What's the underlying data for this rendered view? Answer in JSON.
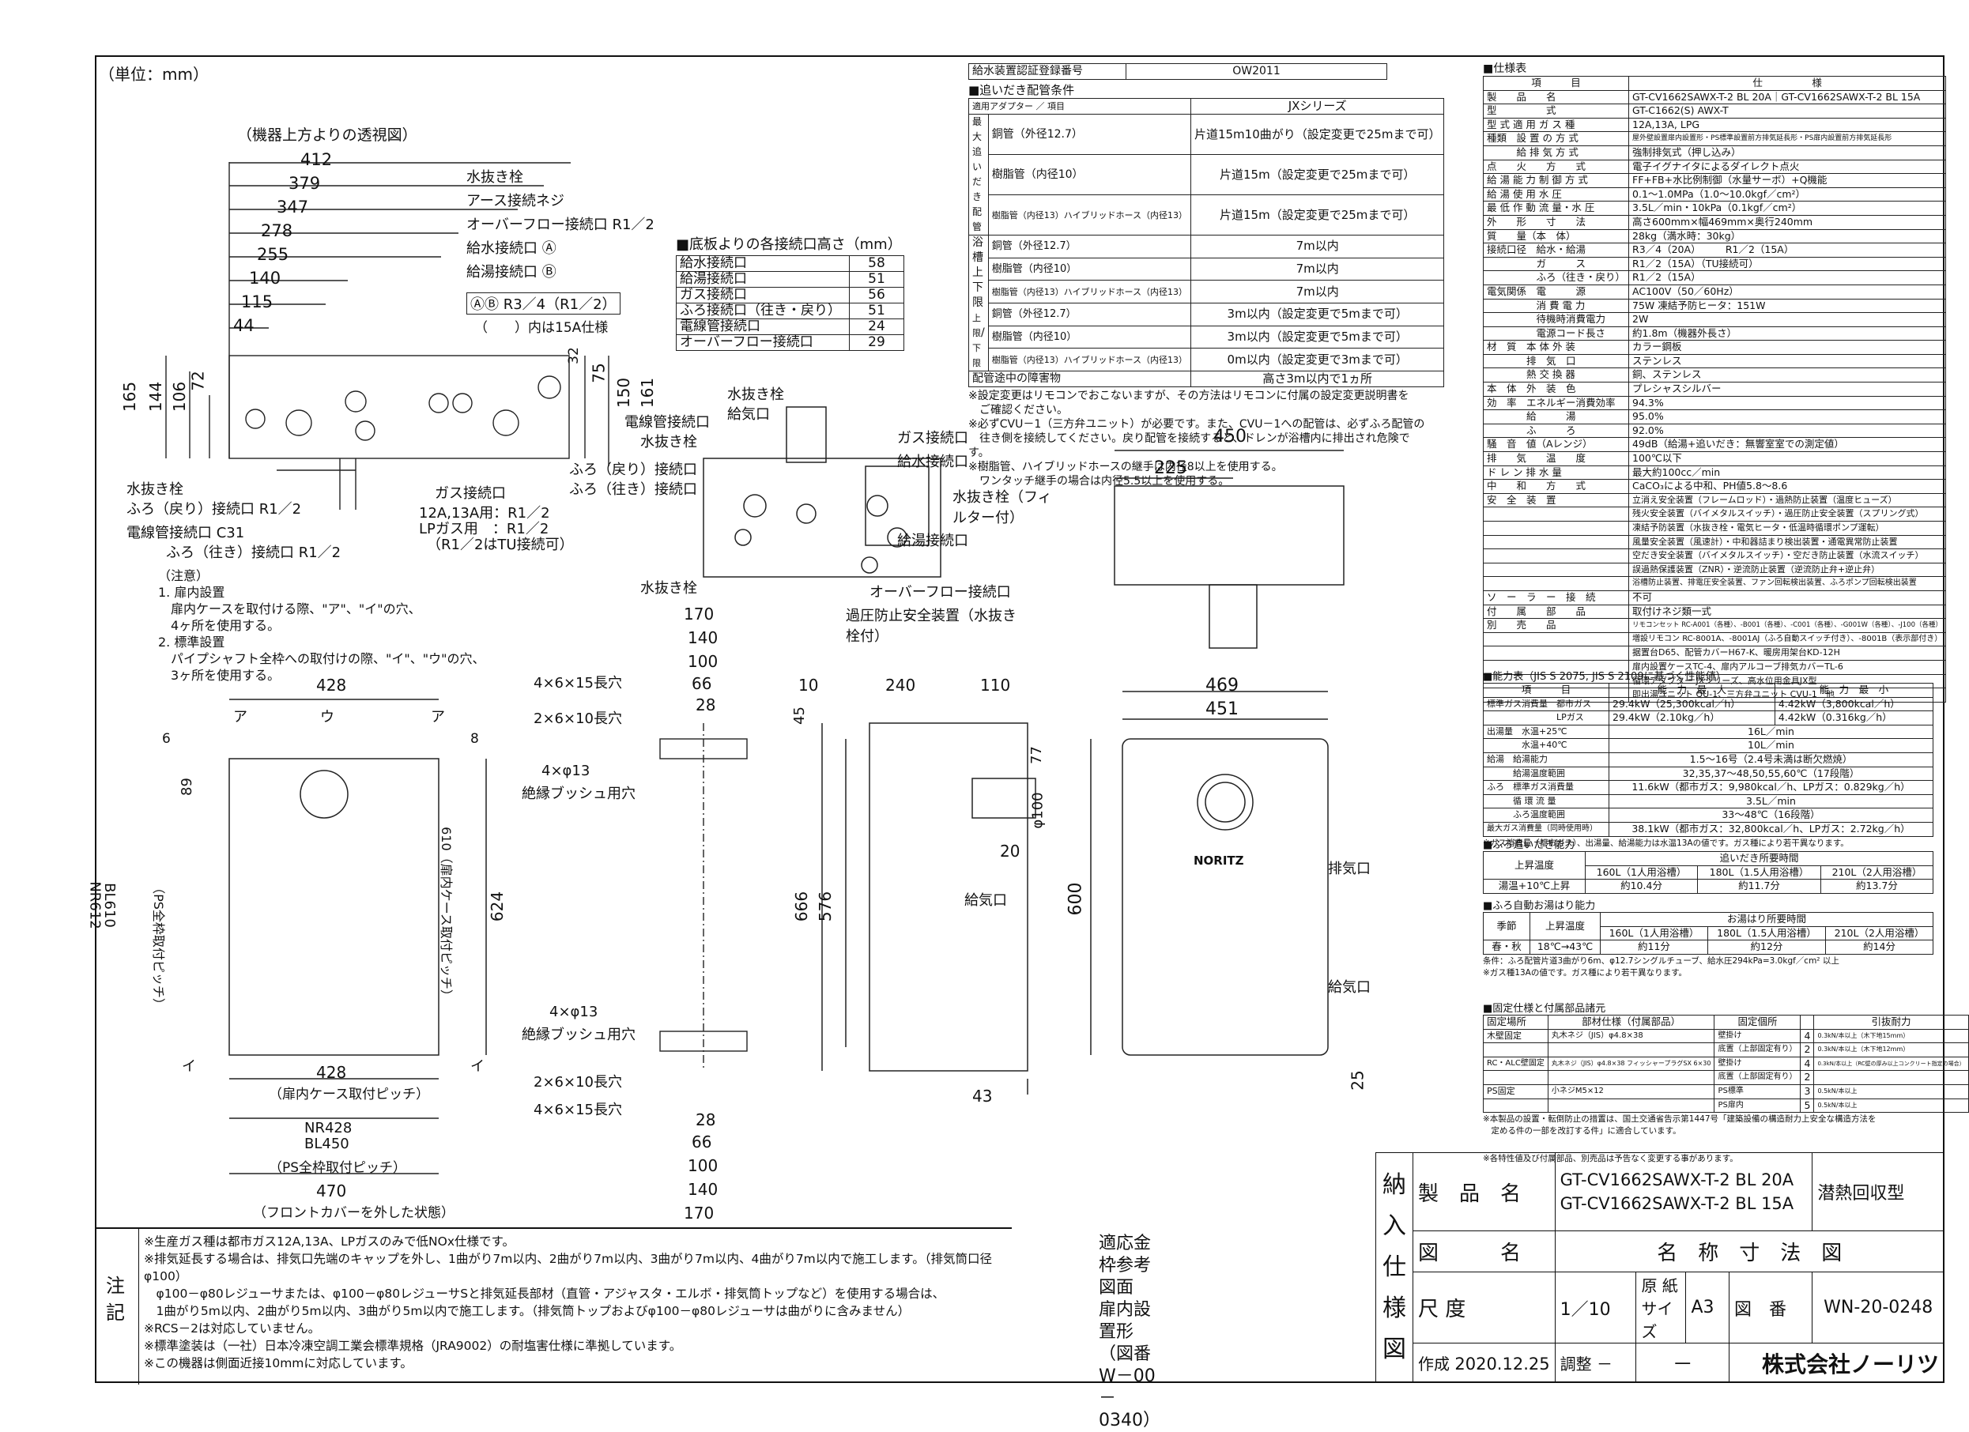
{
  "unit_label": "（単位：mm）",
  "top_view": {
    "caption": "（機器上方よりの透視図）",
    "dims": [
      "412",
      "379",
      "347",
      "278",
      "255",
      "140",
      "115",
      "44"
    ],
    "vdims_left": [
      "165",
      "144",
      "106",
      "72"
    ],
    "vdims_right": [
      "32",
      "75",
      "150",
      "161"
    ],
    "callouts": [
      "水抜き栓",
      "アース接続ネジ",
      "オーバーフロー接続口 R1／2",
      "給水接続口 Ⓐ",
      "給湯接続口 Ⓑ",
      "ⒶⒷ R3／4（R1／2）",
      "（　　）内は15A仕様"
    ],
    "bottom_callouts": [
      "水抜き栓",
      "ふろ（戻り）接続口 R1／2",
      "電線管接続口 C31",
      "ふろ（往き）接続口 R1／2"
    ],
    "gas": [
      "ガス接続口",
      "12A,13A用：R1／2",
      "LPガス用　：R1／2",
      "（R1／2はTU接続可）"
    ]
  },
  "heights_table": {
    "title": "■底板よりの各接続口高さ（mm）",
    "rows": [
      [
        "給水接続口",
        "58"
      ],
      [
        "給湯接続口",
        "51"
      ],
      [
        "ガス接続口",
        "56"
      ],
      [
        "ふろ接続口（往き・戻り）",
        "51"
      ],
      [
        "電線管接続口",
        "24"
      ],
      [
        "オーバーフロー接続口",
        "29"
      ]
    ]
  },
  "approval": {
    "label": "給水装置認証登録番号",
    "value": "OW2011"
  },
  "reheat": {
    "title": "■追いだき配管条件",
    "adapter_label": "適用アダプター",
    "item_label": "項目",
    "adapter_value": "JXシリーズ",
    "group1_label": "最大追いだき配管",
    "rows1": [
      [
        "銅管（外径12.7）",
        "片道15m10曲がり（設定変更で25mまで可）"
      ],
      [
        "樹脂管（内径10）",
        "片道15m（設定変更で25mまで可）"
      ],
      [
        "樹脂管（内径13）ハイブリッドホース（内径13）",
        "片道15m（設定変更で25mまで可）"
      ]
    ],
    "group2_label": "浴槽上下限",
    "up_label": "上限",
    "down_label": "下限",
    "rows_up": [
      [
        "銅管（外径12.7）",
        "7m以内"
      ],
      [
        "樹脂管（内径10）",
        "7m以内"
      ],
      [
        "樹脂管（内径13）ハイブリッドホース（内径13）",
        "7m以内"
      ]
    ],
    "rows_down": [
      [
        "銅管（外径12.7）",
        "3m以内（設定変更で5mまで可）"
      ],
      [
        "樹脂管（内径10）",
        "3m以内（設定変更で5mまで可）"
      ],
      [
        "樹脂管（内径13）ハイブリッドホース（内径13）",
        "0m以内（設定変更で3mまで可）"
      ]
    ],
    "obstacle": [
      "配管途中の障害物",
      "高さ3m以内で1ヵ所"
    ],
    "notes": [
      "※設定変更はリモコンでおこないますが、その方法はリモコンに付属の設定変更説明書を",
      "　ご確認ください。",
      "※必ずCVU－1（三方弁ユニット）が必要です。また、CVU－1への配管は、必ずふろ配管の",
      "　往き側を接続してください。戻り配管を接続すると、ドレンが浴槽内に排出され危険です。",
      "※樹脂管、ハイブリッドホースの継手は内径8以上を使用する。",
      "　ワンタッチ継手の場合は内径5.5以上を使用する。"
    ]
  },
  "bottom_view": {
    "labels": [
      "電線管接続口",
      "水抜き栓",
      "ふろ（戻り）接続口",
      "ふろ（往き）接続口",
      "水抜き栓",
      "給気口",
      "水抜き栓",
      "ガス接続口",
      "給水接続口",
      "水抜き栓（フィルター付）",
      "給湯接続口",
      "オーバーフロー接続口",
      "過圧防止安全装置（水抜き栓付）"
    ]
  },
  "notes_left": {
    "title": "（注意）",
    "lines": [
      "1. 扉内設置",
      "　扉内ケースを取付ける際、\"ア\"、\"イ\"の穴、",
      "　4ヶ所を使用する。",
      "2. 標準設置",
      "　パイプシャフト全枠への取付けの際、\"イ\"、\"ウ\"の穴、",
      "　3ヶ所を使用する。"
    ]
  },
  "front_plate": {
    "dims": [
      "428",
      "ア",
      "ウ",
      "ア",
      "6",
      "8",
      "89",
      "428",
      "イ",
      "イ",
      "470"
    ],
    "side_labels": [
      "NR612",
      "BL610",
      "（PS全枠取付ピッチ）",
      "610（扉内ケース取付ピッチ）",
      "624"
    ],
    "bottom_labels": [
      "（扉内ケース取付ピッチ）",
      "NR428",
      "BL450",
      "（PS全枠取付ピッチ）",
      "（フロントカバーを外した状態）"
    ]
  },
  "bracket": {
    "dims": [
      "170",
      "140",
      "100",
      "66",
      "28",
      "4×6×15長穴",
      "2×6×10長穴",
      "4×φ13",
      "絶縁ブッシュ用穴"
    ],
    "dims_bottom": [
      "4×φ13",
      "絶縁ブッシュ用穴",
      "2×6×10長穴",
      "4×6×15長穴",
      "28",
      "66",
      "100",
      "140",
      "170"
    ]
  },
  "side_view": {
    "dims": [
      "10",
      "240",
      "110",
      "45",
      "77",
      "φ100",
      "20",
      "666",
      "576",
      "43",
      "給気口"
    ]
  },
  "top_right_view": {
    "dims": [
      "450",
      "225"
    ]
  },
  "front_view": {
    "dims": [
      "469",
      "451",
      "600",
      "25"
    ],
    "labels": [
      "排気口",
      "給気口",
      "NORITZ"
    ]
  },
  "spec": {
    "title": "■仕様表",
    "head": [
      "項　　　目",
      "仕　　　　　様"
    ],
    "rows": [
      [
        "製　　品　　名",
        "GT-CV1662SAWX-T-2 BL 20A｜GT-CV1662SAWX-T-2 BL 15A"
      ],
      [
        "型　　　　　式",
        "GT-C1662(S) AWX-T"
      ],
      [
        "型 式 適 用 ガ ス 種",
        "12A,13A, LPG"
      ],
      [
        "種類　設 置 の 方 式",
        "屋外壁設置扉内設置形・PS標準設置前方排気延長形・PS扉内設置前方排気延長形"
      ],
      [
        "　　　給 排 気 方 式",
        "強制排気式（押し込み）"
      ],
      [
        "点　　火　　方　　式",
        "電子イグナイタによるダイレクト点火"
      ],
      [
        "給 湯 能 力 制 御 方 式",
        "FF+FB+水比例制御（水量サーボ）+Q機能"
      ],
      [
        "給 湯 使 用 水 圧",
        "0.1～1.0MPa（1.0～10.0kgf／cm²）"
      ],
      [
        "最 低 作 動 流 量・水 圧",
        "3.5L／min・10kPa（0.1kgf／cm²）"
      ],
      [
        "外　　形　　寸　　法",
        "高さ600mm×幅469mm×奥行240mm"
      ],
      [
        "質　　量（本　体）",
        "28kg（満水時：30kg）"
      ],
      [
        "接続口径　給水・給湯",
        "R3／4（20A）　　　R1／2（15A）"
      ],
      [
        "　　　　　ガ　　　ス",
        "R1／2（15A）（TU接続可）"
      ],
      [
        "　　　　　ふろ（往き・戻り）",
        "R1／2（15A）"
      ],
      [
        "電気関係　電　　　源",
        "AC100V（50／60Hz）"
      ],
      [
        "　　　　　消 費 電 力",
        "75W 凍結予防ヒータ：151W"
      ],
      [
        "　　　　　待機時消費電力",
        "2W"
      ],
      [
        "　　　　　電源コード長さ",
        "約1.8m（機器外長さ）"
      ],
      [
        "材　質　本 体 外 装",
        "カラー鋼板"
      ],
      [
        "　　　　排　気　口",
        "ステンレス"
      ],
      [
        "　　　　熱 交 換 器",
        "銅、ステンレス"
      ],
      [
        "本　体　外　装　色",
        "プレシャスシルバー"
      ],
      [
        "効　率　エネルギー消費効率",
        "94.3%"
      ],
      [
        "　　　　給　　　湯",
        "95.0%"
      ],
      [
        "　　　　ふ　　　ろ",
        "92.0%"
      ],
      [
        "騒　音　値（Aレンジ）",
        "49dB（給湯+追いだき：無響室室での測定値）"
      ],
      [
        "排　　気　　温　　度",
        "100℃以下"
      ],
      [
        "ド レ ン 排 水 量",
        "最大約100cc／min"
      ],
      [
        "中　　和　　方　　式",
        "CaCO₃による中和、PH値5.8～8.6"
      ],
      [
        "安　全　装　置",
        "立消え安全装置（フレームロッド）・過熱防止装置（温度ヒューズ）"
      ],
      [
        "",
        "残火安全装置（バイメタルスイッチ）・過圧防止安全装置（スプリング式）"
      ],
      [
        "",
        "凍結予防装置（水抜き栓・電気ヒータ・低温時循環ポンプ運転）"
      ],
      [
        "",
        "風量安全装置（風速計）・中和器詰まり検出装置・通電異常防止装置"
      ],
      [
        "",
        "空だき安全装置（バイメタルスイッチ）・空だき防止装置（水流スイッチ）"
      ],
      [
        "",
        "誤過熱保護装置（ZNR）・逆流防止装置（逆流防止弁+逆止弁）"
      ],
      [
        "",
        "浴槽防止装置、排電圧安全装置、ファン回転検出装置、ふろポンプ回転検出装置"
      ],
      [
        "ソ　ー　ラ　ー　接　続",
        "不可"
      ],
      [
        "付　　属　　部　　品",
        "取付けネジ類一式"
      ],
      [
        "別　　売　　品",
        "リモコンセット RC-A001（各種）、-B001（各種）、-C001（各種）、-G001W（各種）、-J100（各種）"
      ],
      [
        "",
        "増設リモコン RC-8001A、-8001AJ（ふろ自動スイッチ付き）、-8001B（表示部付き）"
      ],
      [
        "",
        "据置台D65、配管カバーH67-K、暖房用架台KD-12H"
      ],
      [
        "",
        "扉内設置ケースTC-4、扉内アルコーブ排気カバーTL-6"
      ],
      [
        "",
        "循環アダプター JXシリーズ、高水位用金具JX型"
      ],
      [
        "",
        "即出湯ユニット QU-1、三方弁ユニット CVU-1　他"
      ]
    ]
  },
  "capacity": {
    "title": "■能力表（JIS S 2075, JIS S 2109に基づく性能値）",
    "head": [
      "項　　　目",
      "能　力　最　大",
      "能　力　最　小"
    ],
    "rows": [
      [
        "標準ガス消費量　都市ガス",
        "29.4kW（25,300kcal／h）",
        "4.42kW（3,800kcal／h）"
      ],
      [
        "　　　　　　　　LPガス",
        "29.4kW（2.10kg／h）",
        "4.42kW（0.316kg／h）"
      ],
      [
        "出湯量　水温+25℃",
        "16L／min",
        ""
      ],
      [
        "　　　　水温+40℃",
        "10L／min",
        ""
      ],
      [
        "給湯　給湯能力",
        "1.5～16号（2.4号未満は断欠燃焼）",
        ""
      ],
      [
        "　　　給湯温度範囲",
        "32,35,37～48,50,55,60℃（17段階）",
        ""
      ],
      [
        "ふろ　標準ガス消費量",
        "11.6kW（都市ガス：9,980kcal／h、LPガス：0.829kg／h）",
        ""
      ],
      [
        "　　　循 環 流 量",
        "3.5L／min",
        ""
      ],
      [
        "　　　ふろ温度範囲",
        "33～48℃（16段階）",
        ""
      ],
      [
        "最大ガス消費量（同時使用時）",
        "38.1kW（都市ガス：32,800kcal／h、LPガス：2.72kg／h）",
        ""
      ]
    ],
    "note": "※ガス消費量（都市ガス）、出湯量、給湯能力は水温13Aの値です。ガス種により若干異なります。"
  },
  "reheat_cap": {
    "title": "■ふろ追いだき能力",
    "head": [
      "上昇温度",
      "追いだき所要時間"
    ],
    "cols": [
      "160L（1人用浴槽）",
      "180L（1.5人用浴槽）",
      "210L（2人用浴槽）"
    ],
    "row": [
      "湯温+10℃上昇",
      "約10.4分",
      "約11.7分",
      "約13.7分"
    ]
  },
  "auto_fill": {
    "title": "■ふろ自動お湯はり能力",
    "head": [
      "季節",
      "上昇温度",
      "お湯はり所要時間"
    ],
    "cols": [
      "160L（1人用浴槽）",
      "180L（1.5人用浴槽）",
      "210L（2人用浴槽）"
    ],
    "row": [
      "春・秋",
      "18℃→43℃",
      "約11分",
      "約12分",
      "約14分"
    ],
    "notes": [
      "条件：ふろ配管片道3曲がり6m、φ12.7シングルチューブ、給水圧294kPa=3.0kgf／cm² 以上",
      "※ガス種13Aの値です。ガス種により若干異なります。"
    ]
  },
  "fixing": {
    "title": "■固定仕様と付属部品諸元",
    "head": [
      "固定場所",
      "部材仕様（付属部品）",
      "固定個所",
      "",
      "引抜耐力"
    ],
    "rows": [
      [
        "木壁固定",
        "丸木ネジ（JIS）φ4.8×38",
        "壁掛け",
        "4",
        "0.3kN/本以上（木下地15mm）"
      ],
      [
        "",
        "",
        "底置（上部固定有り）",
        "2",
        "0.3kN/本以上（木下地12mm）"
      ],
      [
        "RC・ALC壁固定",
        "丸木ネジ（JIS）φ4.8×38 フィッシャープラグSX 6×30",
        "壁掛け",
        "4",
        "0.3kN/本以上（RC壁の厚み以上コンクリート指定の場合）"
      ],
      [
        "",
        "",
        "底置（上部固定有り）",
        "2",
        ""
      ],
      [
        "PS固定",
        "小ネジM5×12",
        "PS標準",
        "3",
        "0.5kN/本以上"
      ],
      [
        "",
        "",
        "PS扉内",
        "5",
        "0.5kN/本以上"
      ]
    ],
    "notes": [
      "※本製品の設置・転倒防止の措置は、国土交通省告示第1447号「建築設備の構造耐力上安全な構造方法を",
      "　定める件の一部を改訂する件」に適合しています。",
      "※各特性値及び付属部品、別売品は予告なく変更する事があります。"
    ]
  },
  "bottom_notes": {
    "title": "注記",
    "lines": [
      "※生産ガス種は都市ガス12A,13A、LPガスのみで低NOx仕様です。",
      "※排気延長する場合は、排気口先端のキャップを外し、1曲がり7m以内、2曲がり7m以内、3曲がり7m以内、4曲がり7m以内で施工します。（排気筒口径φ100）",
      "　φ100－φ80レジューサまたは、φ100－φ80レジューサSと排気延長部材（直管・アジャスタ・エルボ・排気筒トップなど）を使用する場合は、",
      "　1曲がり5m以内、2曲がり5m以内、3曲がり5m以内で施工します。（排気筒トップおよびφ100－φ80レジューサは曲がりに含みません）",
      "※RCS－2は対応していません。",
      "※標準塗装は（一社）日本冷凍空調工業会標準規格（JRA9002）の耐塩害仕様に準拠しています。",
      "※この機器は側面近接10mmに対応しています。"
    ],
    "ref": [
      "適応金枠参考図面",
      "扉内設置形（図番W－00－0340）"
    ]
  },
  "title_block": {
    "side": [
      "納",
      "入",
      "仕",
      "様",
      "図"
    ],
    "product_label": "製　品　名",
    "products": [
      "GT-CV1662SAWX-T-2 BL 20A",
      "GT-CV1662SAWX-T-2 BL 15A"
    ],
    "type": "潜熱回収型",
    "drawing_label": "図　　　名",
    "drawing_name": "名　称　寸　法　図",
    "scale_label": "尺 度",
    "scale": "1／10",
    "paper_label": "原 紙 サイズ",
    "paper": "A3",
    "number_label": "図　番",
    "number": "WN-20-0248",
    "created_label": "作成",
    "created": "2020.12.25",
    "adjusted_label": "調整",
    "adjusted": "－",
    "adj2": "－",
    "company": "株式会社ノーリツ"
  }
}
